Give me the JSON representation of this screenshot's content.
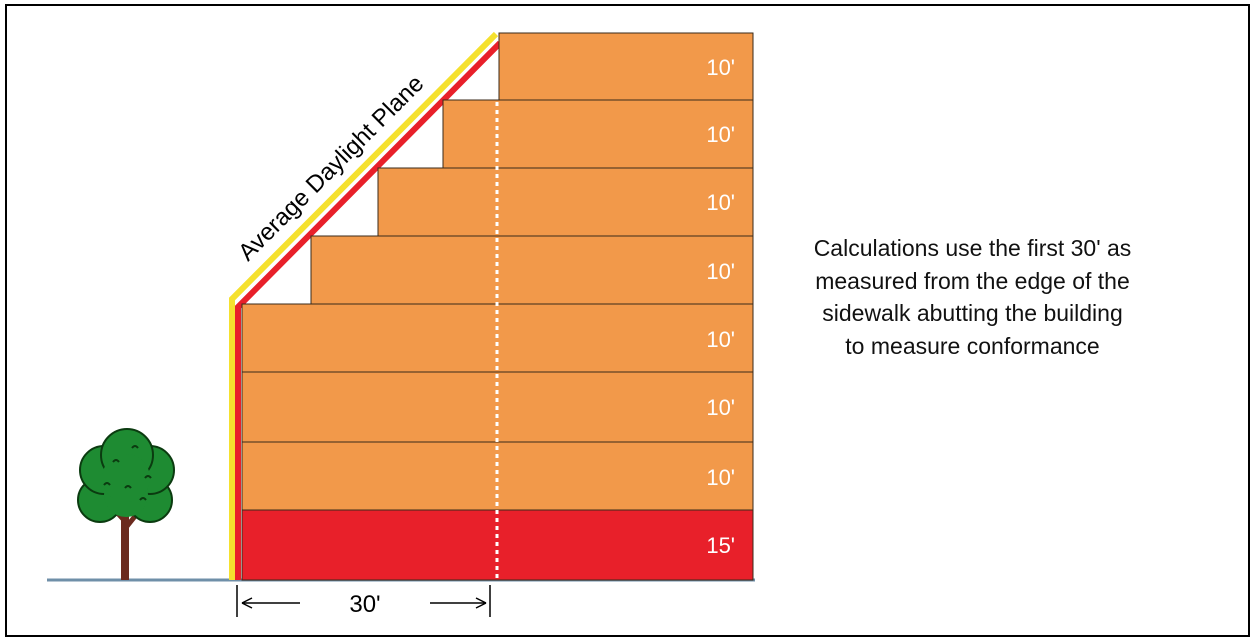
{
  "diagram": {
    "plane_label": "Average Daylight Plane",
    "dimension_label": "30'",
    "floors_top_to_bottom": [
      "10'",
      "10'",
      "10'",
      "10'",
      "10'",
      "10'",
      "10'",
      "15'"
    ],
    "note_lines": [
      "Calculations use the first 30' as",
      "measured from the edge of the",
      "sidewalk abutting the building",
      "to measure conformance"
    ],
    "colors": {
      "upper_floor_fill": "#F2994A",
      "ground_floor_fill": "#E8202A",
      "daylight_plane_red": "#E8202A",
      "daylight_plane_yellow": "#F5E12E",
      "ground_line": "#6F8FA8",
      "tree_foliage": "#1E8B32",
      "tree_trunk": "#6B2A1E"
    }
  }
}
